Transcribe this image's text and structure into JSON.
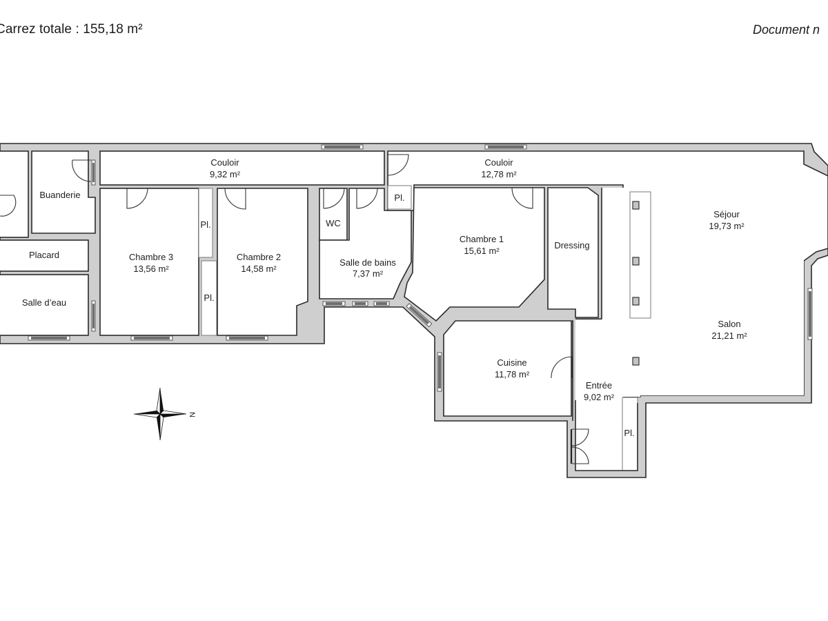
{
  "header": {
    "total_area": "Carrez totale : 155,18 m²",
    "document_note": "Document n"
  },
  "compass": {
    "north_label": "N"
  },
  "rooms": [
    {
      "id": "buanderie",
      "name": "Buanderie",
      "area": ""
    },
    {
      "id": "placard",
      "name": "Placard",
      "area": ""
    },
    {
      "id": "salle-deau",
      "name": "Salle d’eau",
      "area": ""
    },
    {
      "id": "couloir-1",
      "name": "Couloir",
      "area": "9,32 m²"
    },
    {
      "id": "chambre-3",
      "name": "Chambre 3",
      "area": "13,56 m²"
    },
    {
      "id": "pl-1",
      "name": "Pl.",
      "area": ""
    },
    {
      "id": "pl-2",
      "name": "Pl.",
      "area": ""
    },
    {
      "id": "chambre-2",
      "name": "Chambre 2",
      "area": "14,58 m²"
    },
    {
      "id": "wc",
      "name": "WC",
      "area": ""
    },
    {
      "id": "salle-de-bains",
      "name": "Salle de bains",
      "area": "7,37 m²"
    },
    {
      "id": "couloir-2",
      "name": "Couloir",
      "area": "12,78 m²"
    },
    {
      "id": "pl-3",
      "name": "Pl.",
      "area": ""
    },
    {
      "id": "chambre-1",
      "name": "Chambre 1",
      "area": "15,61 m²"
    },
    {
      "id": "dressing",
      "name": "Dressing",
      "area": ""
    },
    {
      "id": "sejour",
      "name": "Séjour",
      "area": "19,73 m²"
    },
    {
      "id": "salon",
      "name": "Salon",
      "area": "21,21 m²"
    },
    {
      "id": "cuisine",
      "name": "Cuisine",
      "area": "11,78 m²"
    },
    {
      "id": "entree",
      "name": "Entrée",
      "area": "9,02 m²"
    },
    {
      "id": "pl-4",
      "name": "Pl.",
      "area": ""
    }
  ],
  "colors": {
    "wall_fill": "#cfcfcf",
    "wall_stroke": "#2a2a2a",
    "window_glass": "#6f6f6f",
    "background": "#ffffff"
  }
}
